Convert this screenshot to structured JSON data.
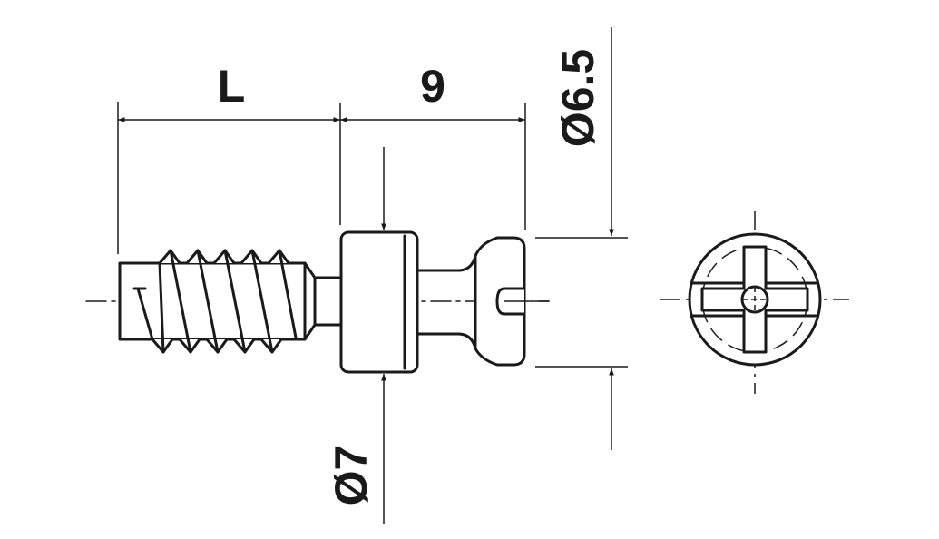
{
  "diagram": {
    "colors": {
      "line": "#1a1a1a",
      "part_fill": "#ffffff",
      "background": "#ffffff"
    },
    "dimensions": {
      "length_label": "L",
      "shank_label": "9",
      "head_diameter_label": "Ø6.5",
      "collar_diameter_label": "Ø7"
    }
  }
}
